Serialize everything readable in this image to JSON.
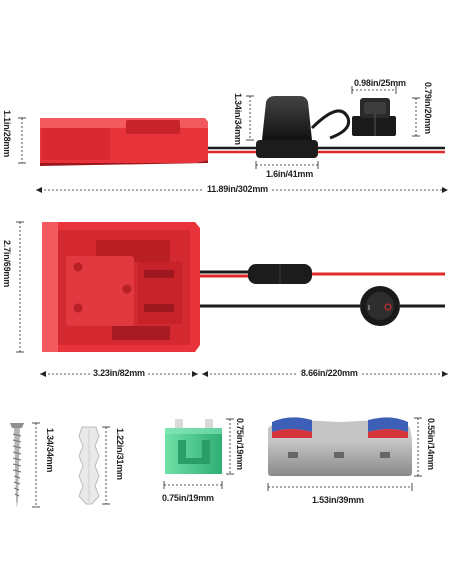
{
  "dimensions": {
    "holder_height": "1.1in/28mm",
    "cover_height": "1.34in/34mm",
    "cover_width": "1.6in/41mm",
    "switch_width": "0.98in/25mm",
    "switch_height": "0.79in/20mm",
    "total_length": "11.89in/302mm",
    "adapter_height": "2.7in/69mm",
    "adapter_width": "3.23in/82mm",
    "wire_length": "8.66in/220mm",
    "screw_length": "1.34/34mm",
    "anchor_length": "1.22in/31mm",
    "fuse_height": "0.75in/19mm",
    "fuse_width": "0.75in/19mm",
    "connector_height": "0.55in/14mm",
    "connector_width": "1.53in/39mm"
  },
  "colors": {
    "adapter_red": "#e8333a",
    "adapter_dark_red": "#b81f26",
    "wire_red": "#e02a2a",
    "wire_black": "#1a1a1a",
    "fuse_green": "#3fc78a",
    "connector_grey": "#9a9a9a",
    "connector_blue": "#3d5fb8"
  },
  "icons": [
    "screw-icon",
    "wall-anchor-icon",
    "fuse-icon",
    "wire-connector-icon",
    "rocker-switch-icon"
  ]
}
